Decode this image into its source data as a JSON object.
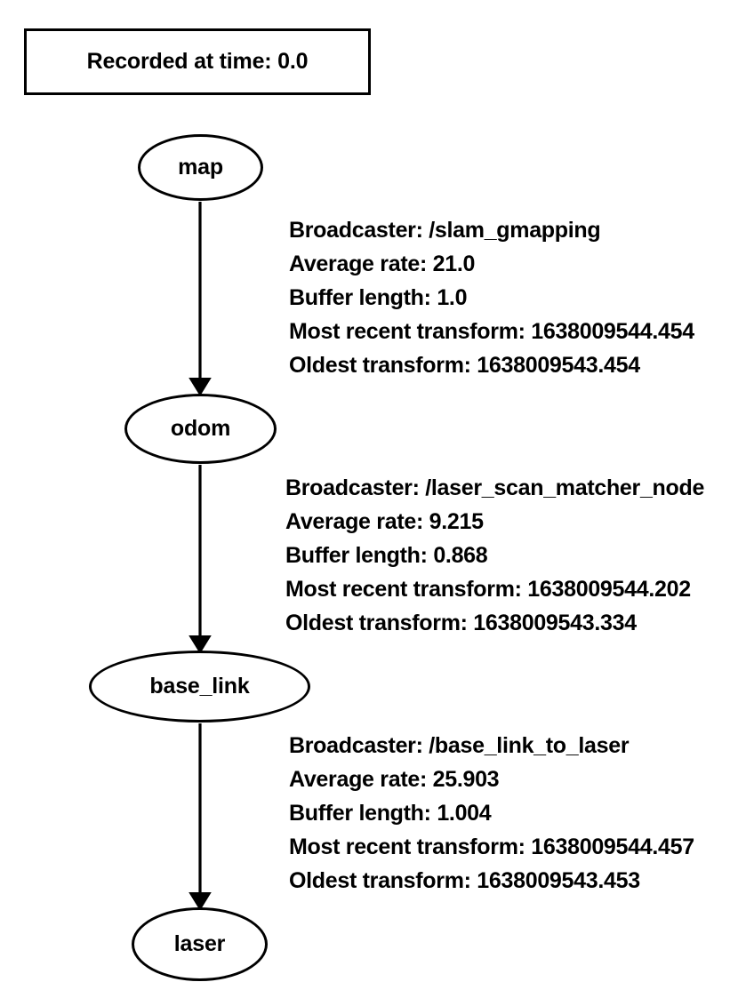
{
  "title": {
    "label": "Recorded at time: 0.0"
  },
  "graph": {
    "type": "tf-tree",
    "nodes": [
      {
        "id": "map",
        "label": "map"
      },
      {
        "id": "odom",
        "label": "odom"
      },
      {
        "id": "base_link",
        "label": "base_link"
      },
      {
        "id": "laser",
        "label": "laser"
      }
    ],
    "edges": [
      {
        "from": "map",
        "to": "odom",
        "broadcaster_label": "Broadcaster: /slam_gmapping",
        "average_rate_label": "Average rate: 21.0",
        "buffer_length_label": "Buffer length: 1.0",
        "most_recent_transform_label": "Most recent transform: 1638009544.454",
        "oldest_transform_label": "Oldest transform: 1638009543.454",
        "broadcaster": "/slam_gmapping",
        "average_rate": 21.0,
        "buffer_length": 1.0,
        "most_recent_transform": 1638009544.454,
        "oldest_transform": 1638009543.454
      },
      {
        "from": "odom",
        "to": "base_link",
        "broadcaster_label": "Broadcaster: /laser_scan_matcher_node",
        "average_rate_label": "Average rate: 9.215",
        "buffer_length_label": "Buffer length: 0.868",
        "most_recent_transform_label": "Most recent transform: 1638009544.202",
        "oldest_transform_label": "Oldest transform: 1638009543.334",
        "broadcaster": "/laser_scan_matcher_node",
        "average_rate": 9.215,
        "buffer_length": 0.868,
        "most_recent_transform": 1638009544.202,
        "oldest_transform": 1638009543.334
      },
      {
        "from": "base_link",
        "to": "laser",
        "broadcaster_label": "Broadcaster: /base_link_to_laser",
        "average_rate_label": "Average rate: 25.903",
        "buffer_length_label": "Buffer length: 1.004",
        "most_recent_transform_label": "Most recent transform: 1638009544.457",
        "oldest_transform_label": "Oldest transform: 1638009543.453",
        "broadcaster": "/base_link_to_laser",
        "average_rate": 25.903,
        "buffer_length": 1.004,
        "most_recent_transform": 1638009544.457,
        "oldest_transform": 1638009543.453
      }
    ]
  },
  "colors": {
    "stroke": "#000000",
    "background": "#ffffff",
    "text": "#000000"
  }
}
